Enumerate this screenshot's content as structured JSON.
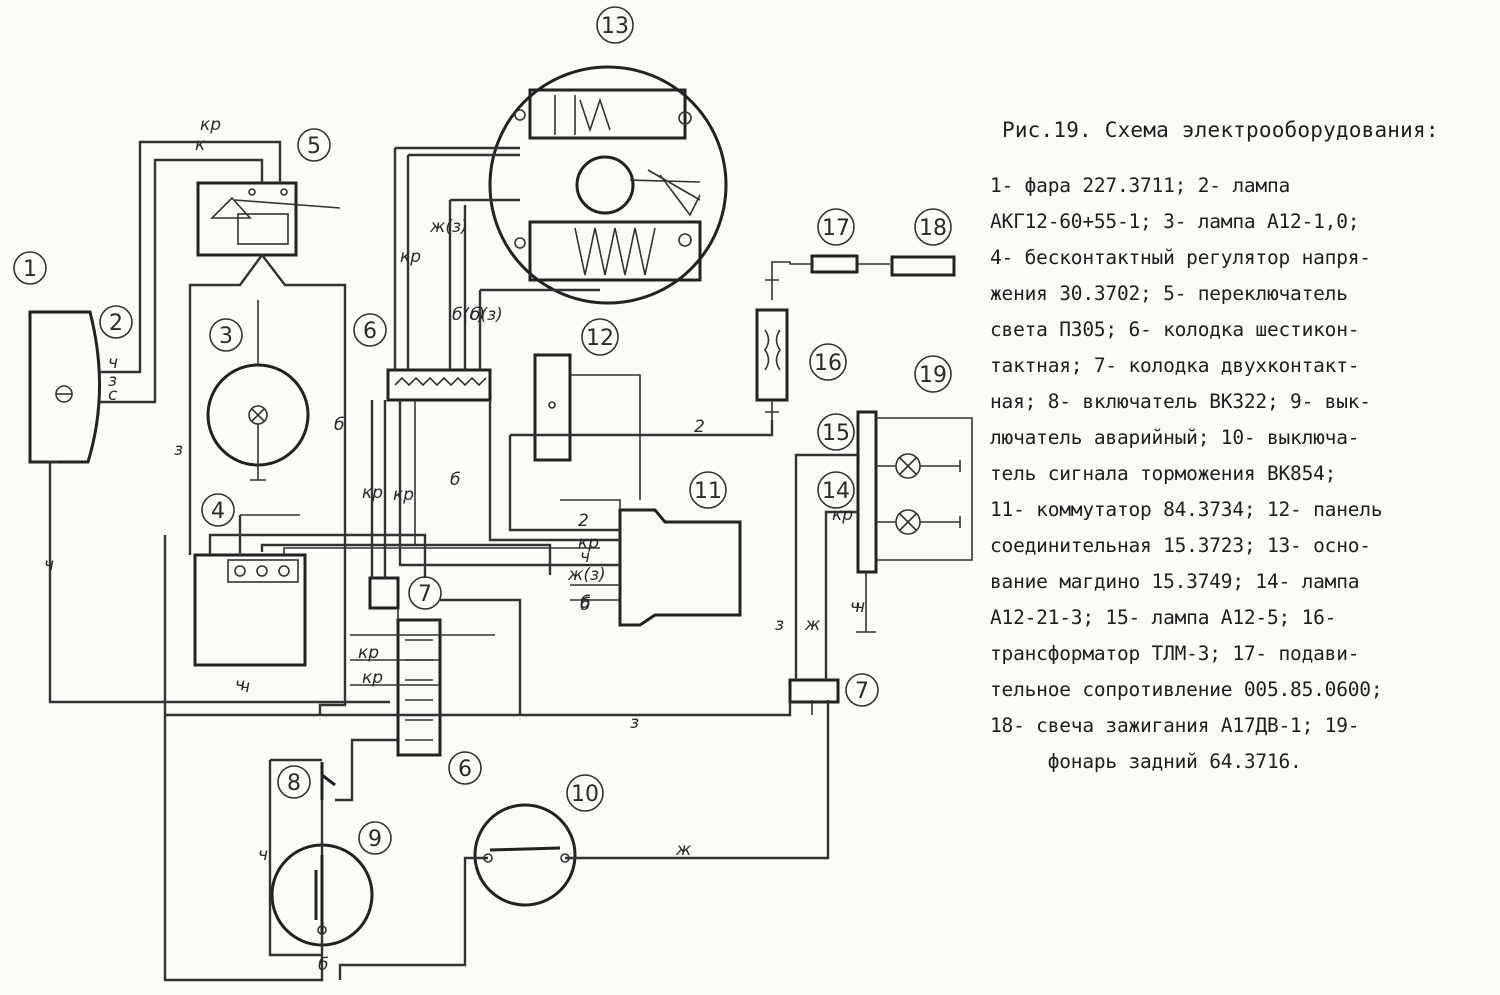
{
  "figure": {
    "title": "Рис.19. Схема электрооборудования:",
    "legend_lines": [
      "1- фара 227.3711; 2- лампа",
      "АКГ12-60+55-1; 3- лампа А12-1,0;",
      "4- бесконтактный регулятор напря-",
      "жения 30.3702; 5- переключатель",
      "света П305; 6- колодка шестикон-",
      "тактная; 7- колодка двухконтакт-",
      "ная; 8- включатель ВК322; 9- вык-",
      "лючатель аварийный; 10- выключа-",
      "тель сигнала торможения ВК854;",
      "11- коммутатор 84.3734; 12- панель",
      "соединительная 15.3723; 13- осно-",
      "вание магдино 15.3749; 14- лампа",
      "А12-21-3; 15- лампа А12-5; 16-",
      "трансформатор ТЛМ-3; 17- подави-",
      "тельное сопротивление 005.85.0600;",
      "18- свеча зажигания А17ДВ-1; 19-",
      "     фонарь задний 64.3716."
    ]
  },
  "diagram": {
    "component_numbers": [
      "1",
      "2",
      "3",
      "4",
      "5",
      "6",
      "6",
      "7",
      "7",
      "8",
      "9",
      "10",
      "11",
      "12",
      "13",
      "14",
      "15",
      "16",
      "17",
      "18",
      "19"
    ],
    "wire_labels": [
      "кр",
      "к",
      "ч",
      "з",
      "с",
      "ч",
      "кр",
      "б",
      "з",
      "ч",
      "кр",
      "ж(з)",
      "б(с)",
      "б(з)",
      "кр",
      "б",
      "2",
      "кр",
      "ч",
      "ж(з)",
      "б",
      "2",
      "кр",
      "з",
      "ж",
      "ч",
      "ч",
      "кр",
      "кр",
      "ч",
      "б",
      "з",
      "ж",
      "ч",
      "б"
    ]
  }
}
